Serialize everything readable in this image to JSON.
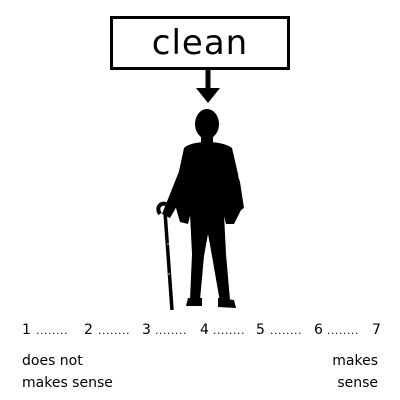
{
  "prompt": {
    "word": "clean"
  },
  "scale": {
    "points": [
      "1",
      "2",
      "3",
      "4",
      "5",
      "6",
      "7"
    ],
    "separator": "........"
  },
  "anchors": {
    "low": [
      "does not",
      "makes sense"
    ],
    "high": [
      "makes",
      "sense"
    ]
  },
  "icons": {
    "arrow": "arrow-down-icon",
    "figure": "elderly-man-with-cane-silhouette"
  },
  "colors": {
    "ink": "#000000",
    "background": "#ffffff"
  }
}
